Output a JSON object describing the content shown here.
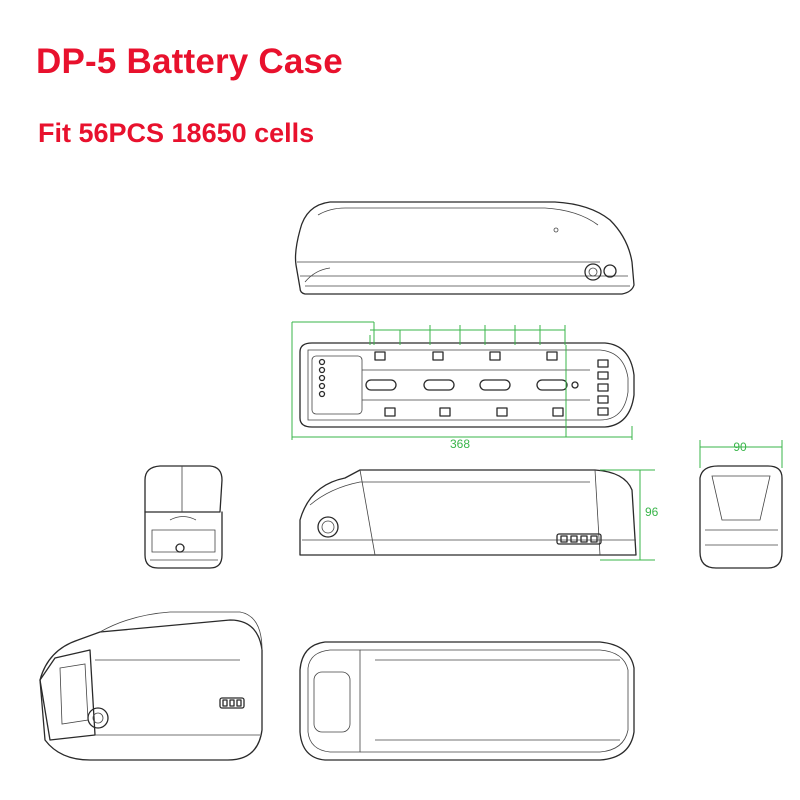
{
  "title": "DP-5 Battery Case",
  "subtitle": "Fit 56PCS 18650 cells",
  "dimensions": {
    "length": "368",
    "height": "96",
    "width": "90"
  },
  "colors": {
    "title": "#e8112d",
    "dimension_lines": "#39b54a",
    "drawing_lines": "#2a2a2a"
  }
}
